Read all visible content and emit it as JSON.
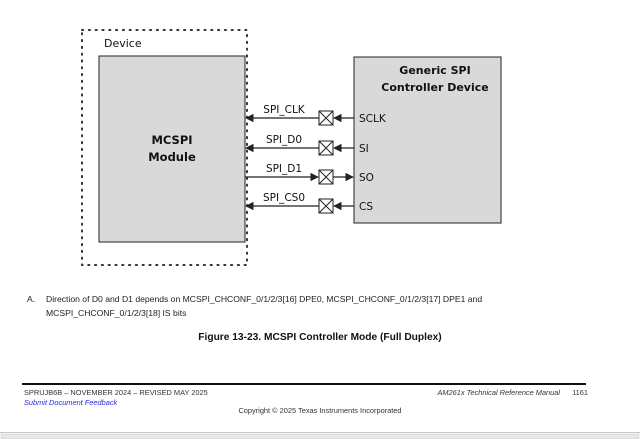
{
  "diagram": {
    "device_label": "Device",
    "module": {
      "line1": "MCSPI",
      "line2": "Module"
    },
    "controller": {
      "line1": "Generic SPI",
      "line2": "Controller Device"
    },
    "signals": [
      {
        "name": "SPI_CLK",
        "pin": "SCLK",
        "direction": "in"
      },
      {
        "name": "SPI_D0",
        "pin": "SI",
        "direction": "in"
      },
      {
        "name": "SPI_D1",
        "pin": "SO",
        "direction": "out"
      },
      {
        "name": "SPI_CS0",
        "pin": "CS",
        "direction": "in"
      }
    ],
    "colors": {
      "block_fill": "#d9d9d9",
      "stroke": "#222222",
      "dots": "#333333"
    }
  },
  "note": {
    "label": "A.",
    "text": "Direction of D0 and D1 depends on MCSPI_CHCONF_0/1/2/3[16] DPE0, MCSPI_CHCONF_0/1/2/3[17] DPE1 and MCSPI_CHCONF_0/1/2/3[18] IS bits"
  },
  "caption": "Figure 13-23. MCSPI Controller Mode (Full Duplex)",
  "footer": {
    "doc_id": "SPRUJB6B – NOVEMBER 2024 – REVISED MAY 2025",
    "feedback_link": "Submit Document Feedback",
    "manual_title": "AM261x Technical Reference Manual",
    "page_number": "1161",
    "copyright": "Copyright © 2025 Texas Instruments Incorporated"
  }
}
